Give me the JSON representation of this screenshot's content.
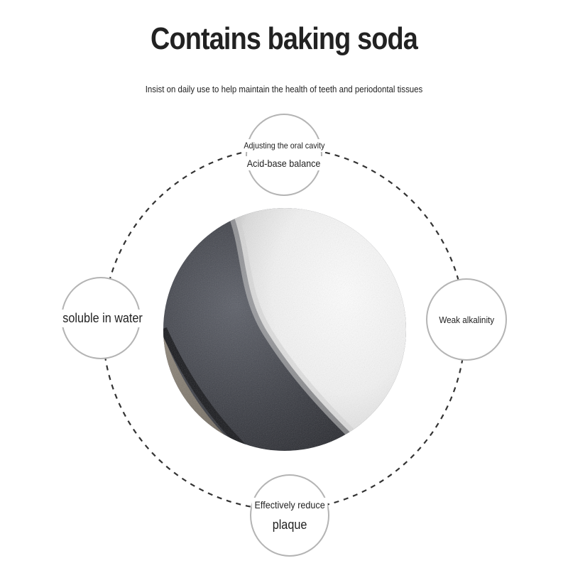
{
  "header": {
    "title": "Contains baking soda",
    "subtitle": "Insist on daily use to help maintain the health of teeth and periodontal tissues"
  },
  "features": {
    "top": {
      "line1": "Adjusting the oral cavity",
      "line2": "Acid-base balance"
    },
    "left": {
      "label": "soluble in water"
    },
    "right": {
      "label": "Weak alkalinity"
    },
    "bottom": {
      "line1": "Effectively reduce",
      "line2": "plaque"
    }
  },
  "colors": {
    "text": "#222222",
    "ring": "#b4b4b4",
    "dash": "#333333",
    "powder": "#f4f4f4",
    "bowl": "#3a3d44"
  }
}
